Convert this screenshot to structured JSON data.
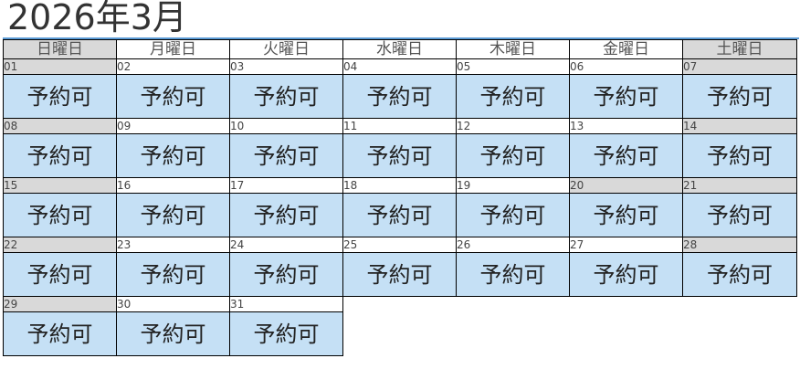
{
  "calendar": {
    "title": "2026年3月",
    "weekdays": [
      "日曜日",
      "月曜日",
      "火曜日",
      "水曜日",
      "木曜日",
      "金曜日",
      "土曜日"
    ],
    "colors": {
      "accent_rule": "#5b9bd5",
      "slot_bg": "#c5e0f5",
      "offday_bg": "#d9d9d9"
    },
    "weeks": [
      [
        {
          "day": "01",
          "status": "予約可",
          "off": true
        },
        {
          "day": "02",
          "status": "予約可",
          "off": false
        },
        {
          "day": "03",
          "status": "予約可",
          "off": false
        },
        {
          "day": "04",
          "status": "予約可",
          "off": false
        },
        {
          "day": "05",
          "status": "予約可",
          "off": false
        },
        {
          "day": "06",
          "status": "予約可",
          "off": false
        },
        {
          "day": "07",
          "status": "予約可",
          "off": true
        }
      ],
      [
        {
          "day": "08",
          "status": "予約可",
          "off": true
        },
        {
          "day": "09",
          "status": "予約可",
          "off": false
        },
        {
          "day": "10",
          "status": "予約可",
          "off": false
        },
        {
          "day": "11",
          "status": "予約可",
          "off": false
        },
        {
          "day": "12",
          "status": "予約可",
          "off": false
        },
        {
          "day": "13",
          "status": "予約可",
          "off": false
        },
        {
          "day": "14",
          "status": "予約可",
          "off": true
        }
      ],
      [
        {
          "day": "15",
          "status": "予約可",
          "off": true
        },
        {
          "day": "16",
          "status": "予約可",
          "off": false
        },
        {
          "day": "17",
          "status": "予約可",
          "off": false
        },
        {
          "day": "18",
          "status": "予約可",
          "off": false
        },
        {
          "day": "19",
          "status": "予約可",
          "off": false
        },
        {
          "day": "20",
          "status": "予約可",
          "off": true
        },
        {
          "day": "21",
          "status": "予約可",
          "off": true
        }
      ],
      [
        {
          "day": "22",
          "status": "予約可",
          "off": true
        },
        {
          "day": "23",
          "status": "予約可",
          "off": false
        },
        {
          "day": "24",
          "status": "予約可",
          "off": false
        },
        {
          "day": "25",
          "status": "予約可",
          "off": false
        },
        {
          "day": "26",
          "status": "予約可",
          "off": false
        },
        {
          "day": "27",
          "status": "予約可",
          "off": false
        },
        {
          "day": "28",
          "status": "予約可",
          "off": true
        }
      ],
      [
        {
          "day": "29",
          "status": "予約可",
          "off": true
        },
        {
          "day": "30",
          "status": "予約可",
          "off": false
        },
        {
          "day": "31",
          "status": "予約可",
          "off": false
        }
      ]
    ]
  }
}
